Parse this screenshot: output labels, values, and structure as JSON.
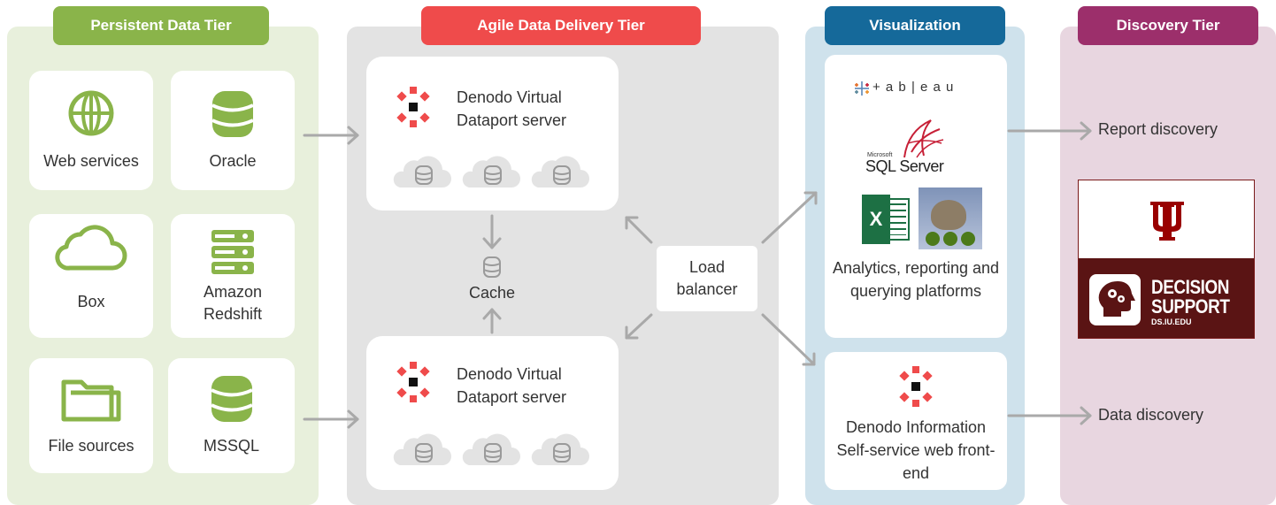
{
  "tiers": {
    "persistent": {
      "title": "Persistent Data Tier",
      "color": "#8ab44a",
      "bg": "#e8f0dc",
      "sources": [
        {
          "label": "Web services",
          "icon": "globe-icon"
        },
        {
          "label": "Oracle",
          "icon": "database-icon"
        },
        {
          "label": "Box",
          "icon": "cloud-icon"
        },
        {
          "label": "Amazon Redshift",
          "icon": "server-rack-icon"
        },
        {
          "label": "File sources",
          "icon": "folder-icon"
        },
        {
          "label": "MSSQL",
          "icon": "database-icon"
        }
      ]
    },
    "agile": {
      "title": "Agile Data Delivery Tier",
      "color": "#ef4b4b",
      "bg": "#e3e3e3",
      "server_top": "Denodo Virtual Dataport server",
      "server_bottom": "Denodo Virtual Dataport server",
      "cache": "Cache",
      "load_balancer": "Load balancer"
    },
    "visualization": {
      "title": "Visualization",
      "color": "#15699a",
      "bg": "#cfe2ec",
      "tableau": "+ a b | e a u",
      "sql_server_small": "Microsoft",
      "sql_server": "SQL Server",
      "excel_letter": "X",
      "analytics": "Analytics, reporting and querying platforms",
      "denodo_info": "Denodo Information Self-service web front-end"
    },
    "discovery": {
      "title": "Discovery Tier",
      "color": "#9c2f6b",
      "bg": "#e8d6e0",
      "report": "Report discovery",
      "data": "Data discovery",
      "ds_title": "DECISION",
      "ds_title2": "SUPPORT",
      "ds_url": "DS.IU.EDU"
    }
  }
}
